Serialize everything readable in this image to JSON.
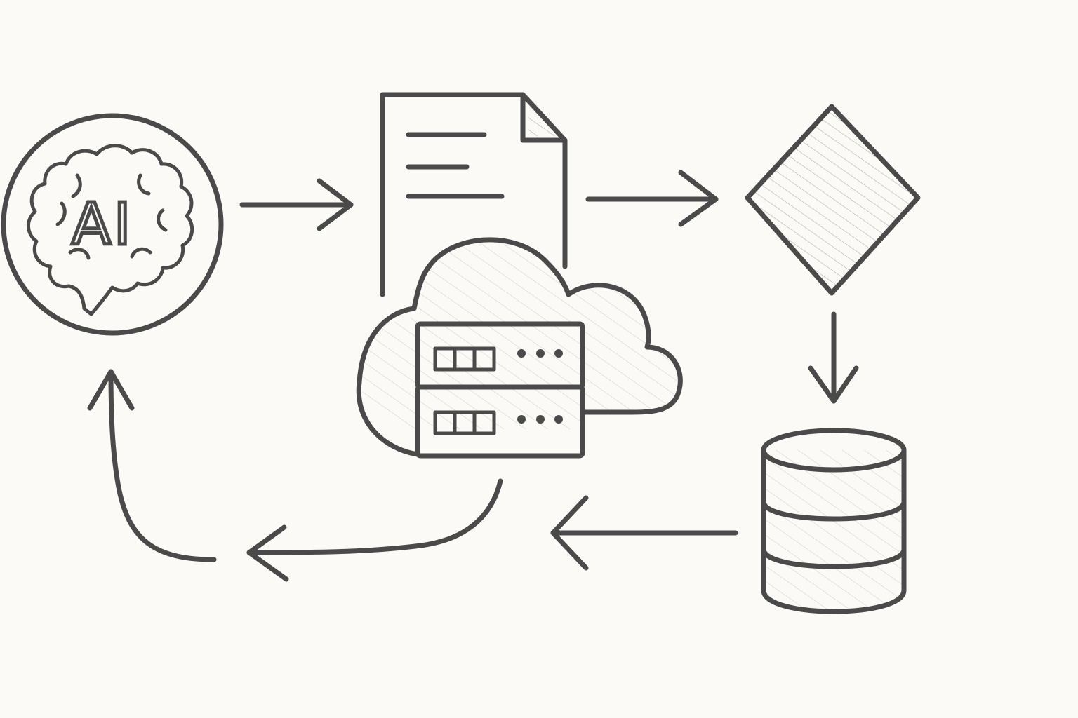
{
  "diagram": {
    "nodes": [
      {
        "id": "ai-brain",
        "label": "AI",
        "icon": "brain-icon"
      },
      {
        "id": "document",
        "icon": "document-icon"
      },
      {
        "id": "cloud-server",
        "icon": "cloud-server-icon"
      },
      {
        "id": "decision",
        "icon": "diamond-icon"
      },
      {
        "id": "database",
        "icon": "database-icon"
      }
    ],
    "edges": [
      {
        "from": "ai-brain",
        "to": "document"
      },
      {
        "from": "document",
        "to": "decision"
      },
      {
        "from": "decision",
        "to": "database"
      },
      {
        "from": "database",
        "to": "cloud-server"
      },
      {
        "from": "cloud-server",
        "to": "ai-brain"
      }
    ],
    "colors": {
      "ink": "#4a4a4a",
      "paper": "#fbfaf6"
    }
  }
}
